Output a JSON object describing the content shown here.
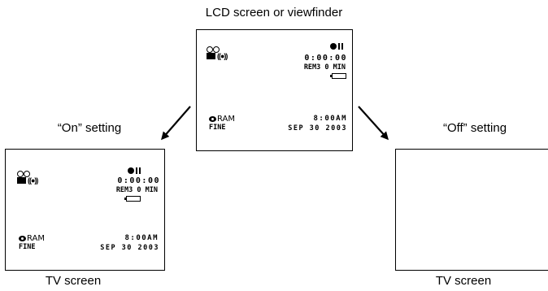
{
  "labels": {
    "top_caption": "LCD screen or viewfinder",
    "on_setting": "“On” setting",
    "off_setting": "“Off” setting",
    "tv_left": "TV screen",
    "tv_right": "TV screen"
  },
  "osd": {
    "time_counter": "0:00:00",
    "remaining": "REM3 0 MIN",
    "clock": "8:00AM",
    "date": "SEP 30 2003",
    "disc": "RAM",
    "quality": "FINE",
    "wave_symbol": "((●))"
  },
  "icons": [
    "camera-icon",
    "record-pause-icon",
    "battery-icon",
    "disc-icon",
    "arrow-icon"
  ]
}
